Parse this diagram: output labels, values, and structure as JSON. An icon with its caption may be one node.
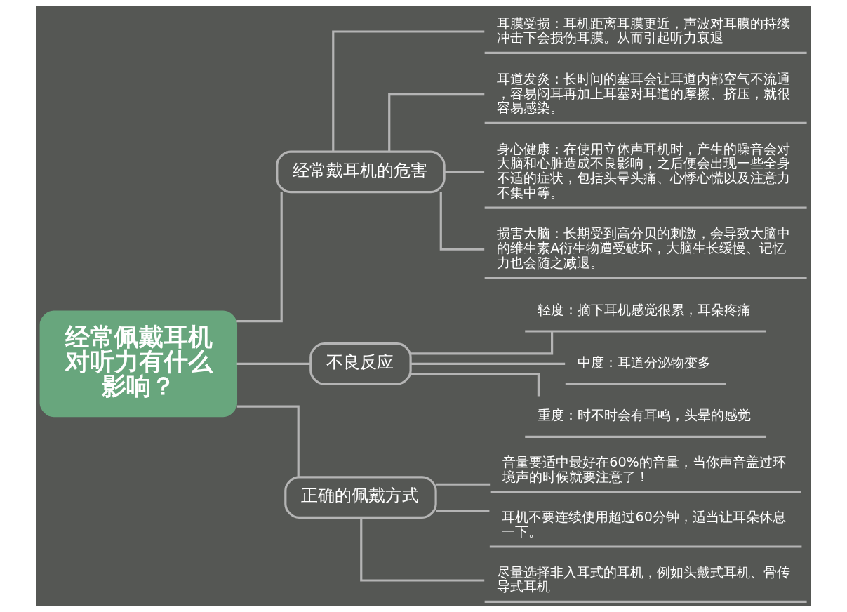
{
  "diagram": {
    "nodes": [
      {
        "text": [
          "经常佩戴耳机对听力有什么影响？"
        ]
      },
      {
        "text": [
          "经常戴耳机的危害"
        ]
      },
      {
        "text": [
          "耳膜受损：耳机距离耳膜更近，声波对耳膜的持续冲击下会损伤耳膜。从而引起听力衰退"
        ]
      },
      {
        "text": [
          "耳道发炎：长时间的塞耳会让耳道内部空气不流通，容易闷耳再加上耳塞对耳道的摩擦、挤压，就很容易感染。"
        ]
      },
      {
        "text": [
          "身心健康：在使用立体声耳机时，产生的噪音会对大脑和心脏造成不良影响，之后便会出现一些全身不适的症状，包括头晕头痛、心悸心慌以及注意力不集中等。"
        ]
      },
      {
        "text": [
          "损害大脑：长期受到高分贝的刺激，会导致大脑中的维生素A衍生物遭受破坏，大脑生长缓慢、记忆力也会随之减退。"
        ]
      },
      {
        "text": [
          "不良反应"
        ]
      },
      {
        "text": [
          "轻度：摘下耳机感觉很累，耳朵疼痛"
        ]
      },
      {
        "text": [
          "中度：耳道分泌物变多"
        ]
      },
      {
        "text": [
          "重度：时不时会有耳鸣，头晕的感觉"
        ]
      },
      {
        "text": [
          "正确的佩戴方式"
        ]
      },
      {
        "text": [
          "音量要适中最好在60%的音量，当你声音盖过环境声的时候就要注意了！"
        ]
      },
      {
        "text": [
          "耳机不要连续使用超过60分钟，适当让耳朵休息一下。"
        ]
      },
      {
        "text": [
          "尽量选择非入耳式的耳机，例如头戴式耳机、骨传导式耳机"
        ]
      }
    ],
    "edges": [
      {
        "from": 0,
        "to": 1,
        "arrow": "none"
      },
      {
        "from": 0,
        "to": 6,
        "arrow": "none"
      },
      {
        "from": 0,
        "to": 10,
        "arrow": "none"
      },
      {
        "from": 1,
        "to": 2,
        "arrow": "none"
      },
      {
        "from": 1,
        "to": 3,
        "arrow": "none"
      },
      {
        "from": 1,
        "to": 4,
        "arrow": "none"
      },
      {
        "from": 1,
        "to": 5,
        "arrow": "none"
      },
      {
        "from": 6,
        "to": 7,
        "arrow": "none"
      },
      {
        "from": 6,
        "to": 8,
        "arrow": "none"
      },
      {
        "from": 6,
        "to": 9,
        "arrow": "none"
      },
      {
        "from": 10,
        "to": 11,
        "arrow": "none"
      },
      {
        "from": 10,
        "to": 12,
        "arrow": "none"
      },
      {
        "from": 10,
        "to": 13,
        "arrow": "none"
      }
    ]
  }
}
